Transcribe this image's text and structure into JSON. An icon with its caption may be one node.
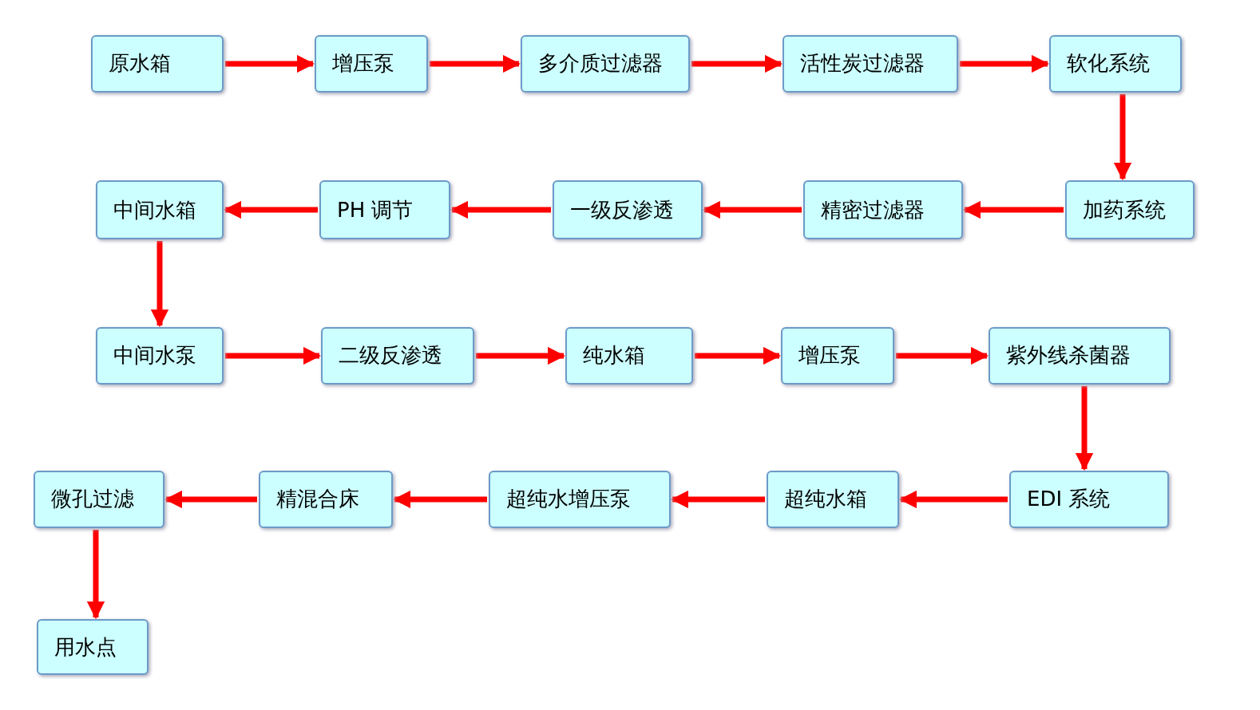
{
  "diagram": {
    "nodes": [
      {
        "text": [
          "原水箱"
        ]
      },
      {
        "text": [
          "增压泵"
        ]
      },
      {
        "text": [
          "多介质过滤器"
        ]
      },
      {
        "text": [
          "活性炭过滤器"
        ]
      },
      {
        "text": [
          "软化系统"
        ]
      },
      {
        "text": [
          "加药系统"
        ]
      },
      {
        "text": [
          "精密过滤器"
        ]
      },
      {
        "text": [
          "一级反渗透"
        ]
      },
      {
        "text": [
          "PH 调节"
        ]
      },
      {
        "text": [
          "中间水箱"
        ]
      },
      {
        "text": [
          "中间水泵"
        ]
      },
      {
        "text": [
          "二级反渗透"
        ]
      },
      {
        "text": [
          "纯水箱"
        ]
      },
      {
        "text": [
          "增压泵"
        ]
      },
      {
        "text": [
          "紫外线杀菌器"
        ]
      },
      {
        "text": [
          "EDI 系统"
        ]
      },
      {
        "text": [
          "超纯水箱"
        ]
      },
      {
        "text": [
          "超纯水增压泵"
        ]
      },
      {
        "text": [
          "精混合床"
        ]
      },
      {
        "text": [
          "微孔过滤"
        ]
      },
      {
        "text": [
          "用水点"
        ]
      }
    ],
    "edges": [
      {
        "from": 0,
        "to": 1,
        "arrow": "to"
      },
      {
        "from": 1,
        "to": 2,
        "arrow": "to"
      },
      {
        "from": 2,
        "to": 3,
        "arrow": "to"
      },
      {
        "from": 3,
        "to": 4,
        "arrow": "to"
      },
      {
        "from": 4,
        "to": 5,
        "arrow": "to"
      },
      {
        "from": 5,
        "to": 6,
        "arrow": "to"
      },
      {
        "from": 6,
        "to": 7,
        "arrow": "to"
      },
      {
        "from": 7,
        "to": 8,
        "arrow": "to"
      },
      {
        "from": 8,
        "to": 9,
        "arrow": "to"
      },
      {
        "from": 9,
        "to": 10,
        "arrow": "to"
      },
      {
        "from": 10,
        "to": 11,
        "arrow": "to"
      },
      {
        "from": 11,
        "to": 12,
        "arrow": "to"
      },
      {
        "from": 12,
        "to": 13,
        "arrow": "to"
      },
      {
        "from": 13,
        "to": 14,
        "arrow": "to"
      },
      {
        "from": 14,
        "to": 15,
        "arrow": "to"
      },
      {
        "from": 15,
        "to": 16,
        "arrow": "to"
      },
      {
        "from": 16,
        "to": 17,
        "arrow": "to"
      },
      {
        "from": 17,
        "to": 18,
        "arrow": "to"
      },
      {
        "from": 18,
        "to": 19,
        "arrow": "to"
      },
      {
        "from": 19,
        "to": 20,
        "arrow": "to"
      }
    ]
  }
}
